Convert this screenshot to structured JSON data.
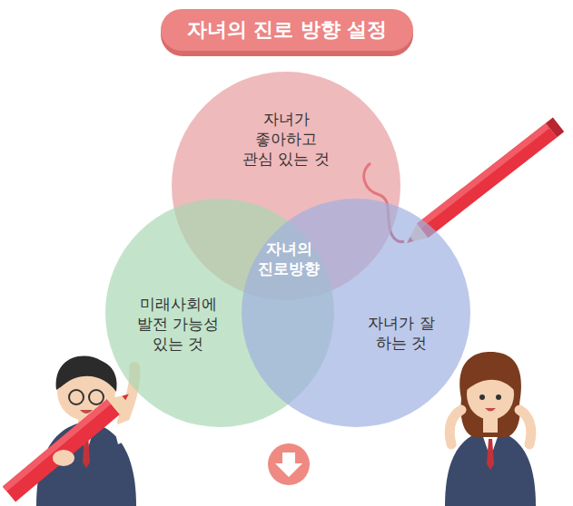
{
  "diagram": {
    "title": "자녀의 진로 방향 설정",
    "nodes": [
      {
        "text": [
          "자녀가 좋아하고 관심 있는 것"
        ]
      },
      {
        "text": [
          "미래사회에 발전 가능성 있는 것"
        ]
      },
      {
        "text": [
          "자녀가 잘 하는 것"
        ]
      }
    ],
    "labels": [
      "자녀의 진로방향"
    ]
  }
}
